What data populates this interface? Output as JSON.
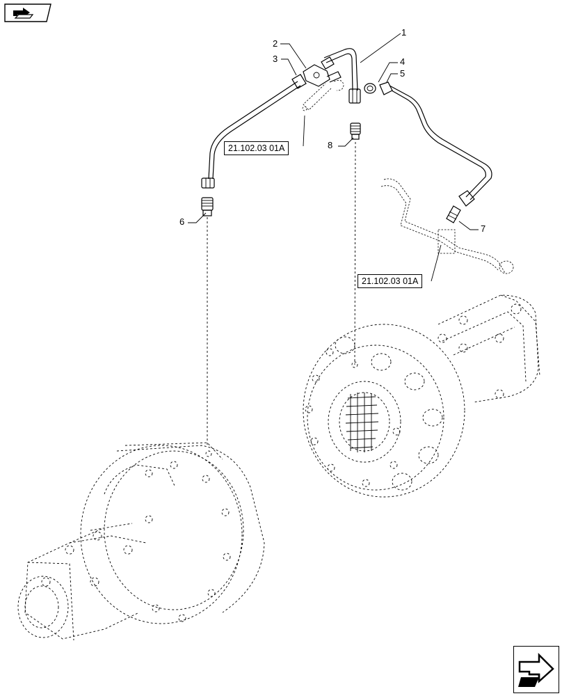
{
  "navigation": {
    "top_icon": "book-arrow-icon",
    "bottom_icon": "next-page-arrow-icon"
  },
  "callouts": [
    {
      "id": "1",
      "text": "1"
    },
    {
      "id": "2",
      "text": "2"
    },
    {
      "id": "3",
      "text": "3"
    },
    {
      "id": "4",
      "text": "4"
    },
    {
      "id": "5",
      "text": "5"
    },
    {
      "id": "6",
      "text": "6"
    },
    {
      "id": "7",
      "text": "7"
    },
    {
      "id": "8",
      "text": "8"
    }
  ],
  "references": [
    {
      "text": "21.102.03 01A"
    },
    {
      "text": "21.102.03 01A"
    }
  ]
}
